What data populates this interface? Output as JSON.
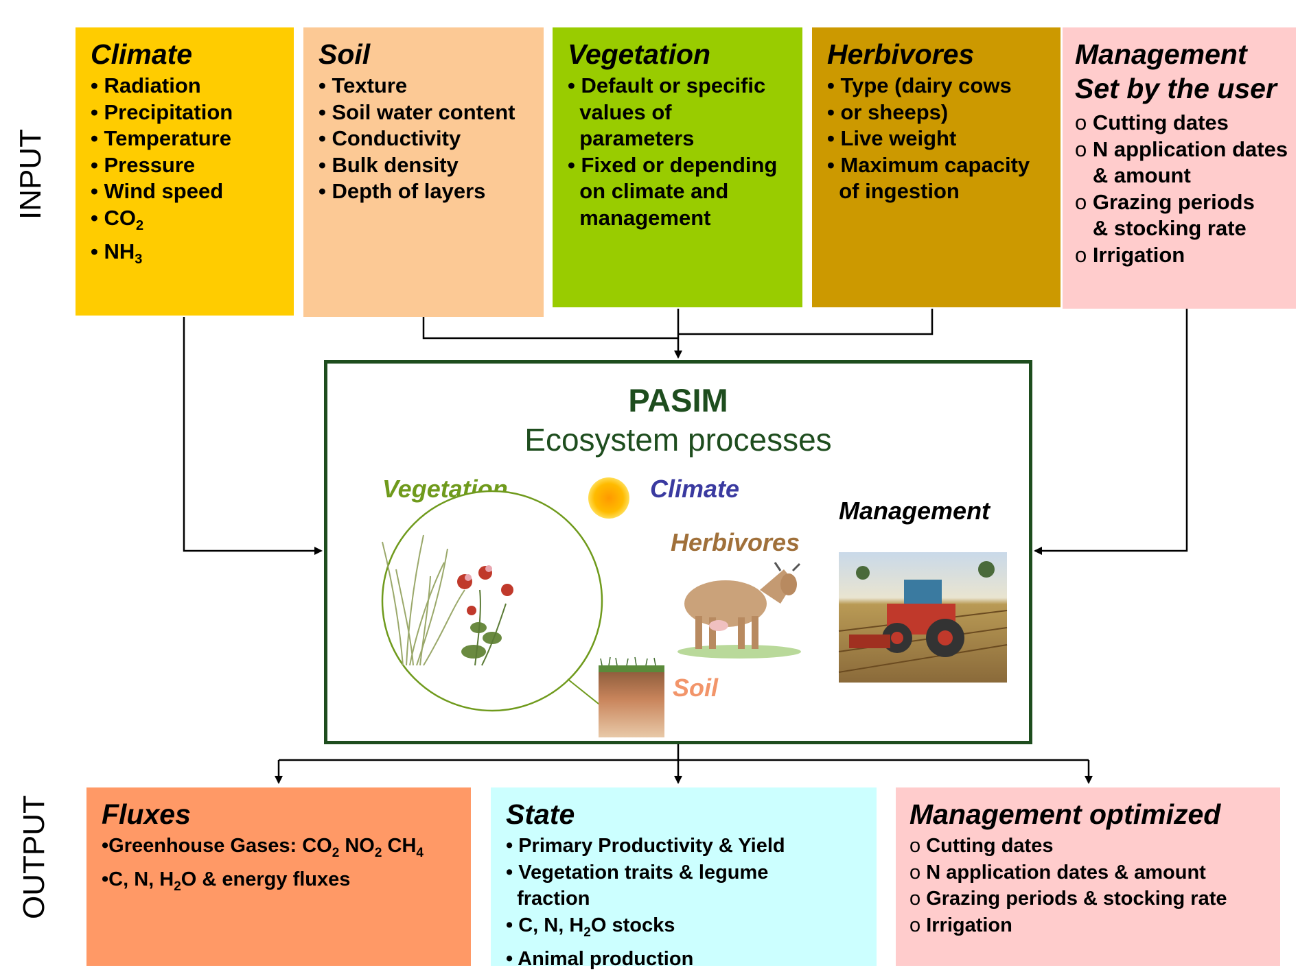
{
  "side_labels": {
    "input": "INPUT",
    "output": "OUTPUT"
  },
  "colors": {
    "climate": "#ffcc00",
    "soil": "#fcc995",
    "vegetation": "#99cc00",
    "herbivores": "#cc9900",
    "management": "#ffcccc",
    "fluxes": "#ff9966",
    "state": "#ccffff",
    "pasim_border": "#1e4d1e"
  },
  "inputs": {
    "climate": {
      "title": "Climate",
      "items": [
        "• Radiation",
        "• Precipitation",
        "• Temperature",
        "• Pressure",
        "• Wind speed"
      ],
      "co2": {
        "bullet": "• CO",
        "sub": "2"
      },
      "nh3": {
        "bullet": "• NH",
        "sub": "3"
      }
    },
    "soil": {
      "title": "Soil",
      "items": [
        "• Texture",
        "• Soil water content",
        "• Conductivity",
        "• Bulk density",
        "• Depth of layers"
      ]
    },
    "vegetation": {
      "title": "Vegetation",
      "items": [
        "• Default or specific",
        "  values of",
        "  parameters",
        "",
        "• Fixed or depending",
        "  on climate and",
        "  management"
      ]
    },
    "herbivores": {
      "title": "Herbivores",
      "items": [
        "• Type (dairy cows",
        "• or sheeps)",
        "• Live weight",
        "• Maximum capacity",
        "  of ingestion"
      ]
    },
    "management": {
      "title": "Management",
      "subtitle": "Set by the user",
      "items": [
        {
          "marker": "o ",
          "text": "Cutting dates"
        },
        {
          "marker": "o ",
          "text": "N application dates"
        },
        {
          "marker": "   ",
          "text": "& amount"
        },
        {
          "marker": "o ",
          "text": "Grazing periods"
        },
        {
          "marker": "   ",
          "text": "& stocking rate"
        },
        {
          "marker": "o ",
          "text": "Irrigation"
        }
      ]
    }
  },
  "pasim": {
    "title": "PASIM",
    "subtitle": "Ecosystem processes",
    "labels": {
      "vegetation": "Vegetation",
      "climate": "Climate",
      "management": "Management",
      "herbivores": "Herbivores",
      "soil": "Soil"
    }
  },
  "outputs": {
    "fluxes": {
      "title": "Fluxes",
      "line1": {
        "prefix": "•Greenhouse Gases: CO",
        "s1": "2",
        "mid1": " NO",
        "s2": "2",
        "mid2": " CH",
        "s3": "4"
      },
      "line2": {
        "prefix": "•C, N, H",
        "s1": "2",
        "suffix": "O & energy fluxes"
      }
    },
    "state": {
      "title": "State",
      "items": [
        "• Primary Productivity & Yield",
        "• Vegetation traits & legume",
        "  fraction"
      ],
      "stocks": {
        "prefix": "• C, N, H",
        "sub": "2",
        "suffix": "O stocks"
      },
      "last": "• Animal production"
    },
    "management_optimized": {
      "title": "Management optimized",
      "items": [
        {
          "marker": "o ",
          "text": "Cutting dates"
        },
        {
          "marker": "o ",
          "text": "N application dates & amount"
        },
        {
          "marker": "o ",
          "text": "Grazing periods & stocking rate"
        },
        {
          "marker": "o ",
          "text": "Irrigation"
        }
      ]
    }
  }
}
